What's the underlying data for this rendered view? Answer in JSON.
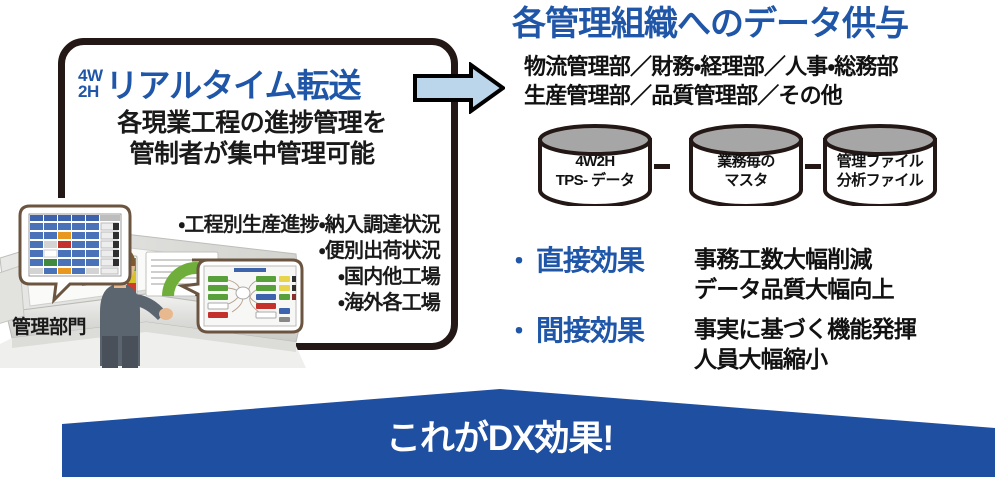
{
  "left_panel": {
    "badge": "4W\n2H",
    "headline": "リアルタイム転送",
    "subhead_lines": [
      "各現業工程の進捗管理を",
      "管制者が集中管理可能"
    ],
    "bullets": [
      "・工程別生産進捗・納入調達状況",
      "・便別出荷状況",
      "・国内他工場",
      "・海外各工場"
    ],
    "dept_label": "管理部門"
  },
  "arrow": {
    "name": "right-arrow",
    "fill": "#BBD6EA",
    "stroke": "#000000"
  },
  "right_panel": {
    "title": "各管理組織へのデータ供与",
    "org_lines": [
      "物流管理部／財務・経理部／人事・総務部",
      "生産管理部／品質管理部／その他"
    ],
    "cylinders": [
      {
        "lines": [
          "4W2H",
          "TPS- データ"
        ]
      },
      {
        "lines": [
          "業務毎の",
          "マスタ"
        ]
      },
      {
        "lines": [
          "管理ファイル",
          "分析ファイル"
        ]
      }
    ],
    "effects": [
      {
        "bullet": "・",
        "name": "直接効果",
        "desc_lines": [
          "事務工数大幅削減",
          "データ品質大幅向上"
        ]
      },
      {
        "bullet": "・",
        "name": "間接効果",
        "desc_lines": [
          "事実に基づく機能発揮",
          "人員大幅縮小"
        ]
      }
    ]
  },
  "banner": {
    "text": "これがDX効果!",
    "fill": "#1F4FA0",
    "text_color": "#ffffff"
  },
  "colors": {
    "accent_blue": "#1F56A8",
    "banner_blue": "#1F4FA0",
    "outline_dark": "#231815",
    "arrow_fill": "#BBD6EA",
    "cylinder_top": "#A6A6A6"
  }
}
